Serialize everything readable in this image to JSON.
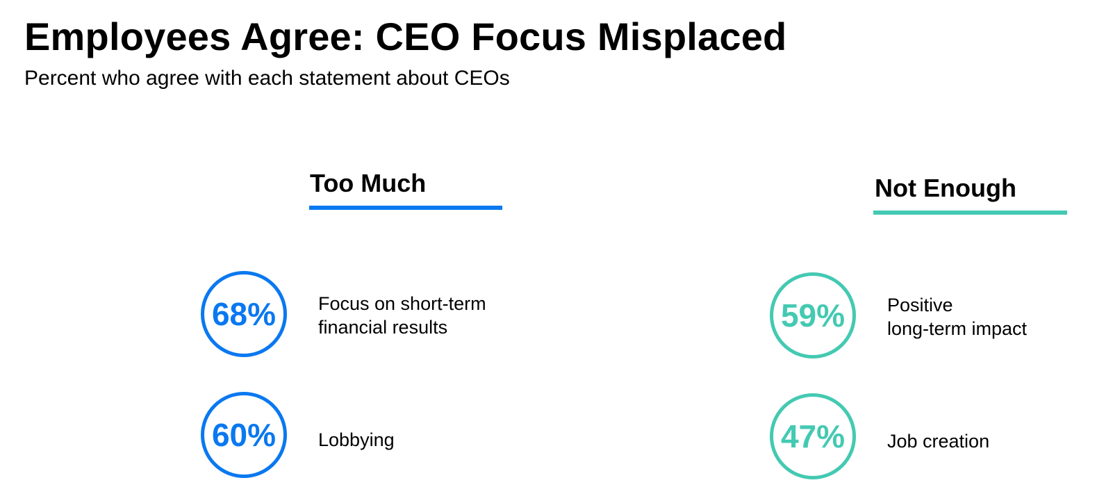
{
  "title": "Employees Agree: CEO Focus Misplaced",
  "subtitle": "Percent who agree with each statement about  CEOs",
  "colors": {
    "too_much": "#0a78f0",
    "not_enough": "#44c9b2",
    "text": "#000000"
  },
  "chart_data": {
    "type": "table",
    "title": "Employees Agree: CEO Focus Misplaced",
    "subtitle": "Percent who agree with each statement about  CEOs",
    "unit": "%",
    "groups": [
      {
        "name": "Too Much",
        "color": "#0a78f0",
        "items": [
          {
            "value": 68,
            "display": "68%",
            "label_lines": [
              "Focus on short-term",
              "financial results"
            ]
          },
          {
            "value": 60,
            "display": "60%",
            "label_lines": [
              "Lobbying"
            ]
          }
        ]
      },
      {
        "name": "Not Enough",
        "color": "#44c9b2",
        "items": [
          {
            "value": 59,
            "display": "59%",
            "label_lines": [
              "Positive",
              "long-term impact"
            ]
          },
          {
            "value": 47,
            "display": "47%",
            "label_lines": [
              "Job creation"
            ]
          }
        ]
      }
    ]
  }
}
